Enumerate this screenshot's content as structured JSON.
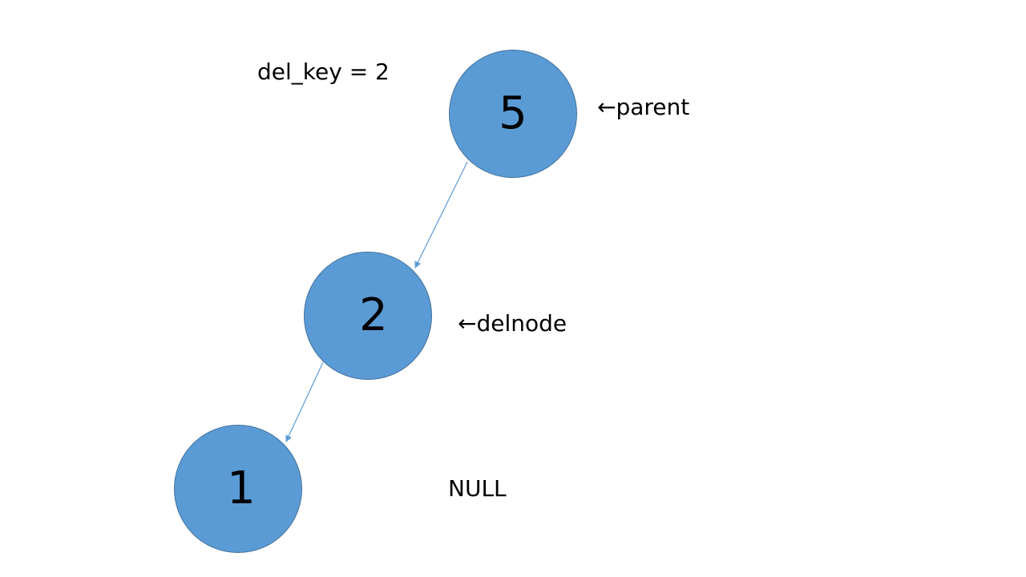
{
  "diagram": {
    "del_key_text": "del_key = 2",
    "node_color": "#5b9bd5",
    "edge_color": "#5b9bd5",
    "nodes": [
      {
        "id": "root",
        "value": "5"
      },
      {
        "id": "del",
        "value": "2"
      },
      {
        "id": "leaf",
        "value": "1"
      }
    ],
    "pointers": {
      "parent": "←parent",
      "delnode": "←delnode"
    },
    "null_text": "NULL",
    "edges": [
      {
        "from": "5",
        "to": "2"
      },
      {
        "from": "2",
        "to": "1"
      }
    ]
  }
}
